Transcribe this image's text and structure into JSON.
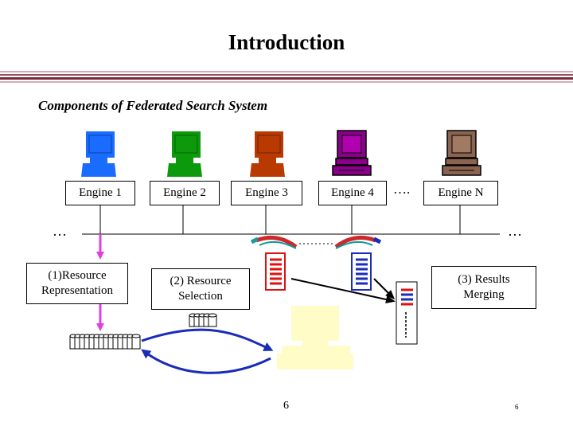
{
  "slide": {
    "title": "Introduction",
    "subtitle": "Components of Federated Search System",
    "page_number": "6",
    "corner_number": "6"
  },
  "engines": [
    {
      "label": "Engine 1",
      "color": "#1a6cff"
    },
    {
      "label": "Engine 2",
      "color": "#0c9a0c"
    },
    {
      "label": "Engine 3",
      "color": "#b83a00"
    },
    {
      "label": "Engine 4",
      "color": "#8a008a"
    },
    {
      "label": "Engine N",
      "color": "#8a6450"
    }
  ],
  "ellipsis": {
    "between_engines": "….",
    "bus_left": "…",
    "bus_right": "…"
  },
  "components": {
    "resource_representation": "(1)Resource Representation",
    "resource_selection": "(2) Resource Selection",
    "results_merging": "(3) Results Merging"
  },
  "colors": {
    "rule_dark": "#7a2a3a",
    "rule_light": "#d8aab4",
    "arrow_pink": "#e040e0",
    "arrow_blue": "#1a2cb8",
    "user_screen": "#fffcc8",
    "list_red": "#e01010",
    "list_blue": "#1a2cb8"
  }
}
